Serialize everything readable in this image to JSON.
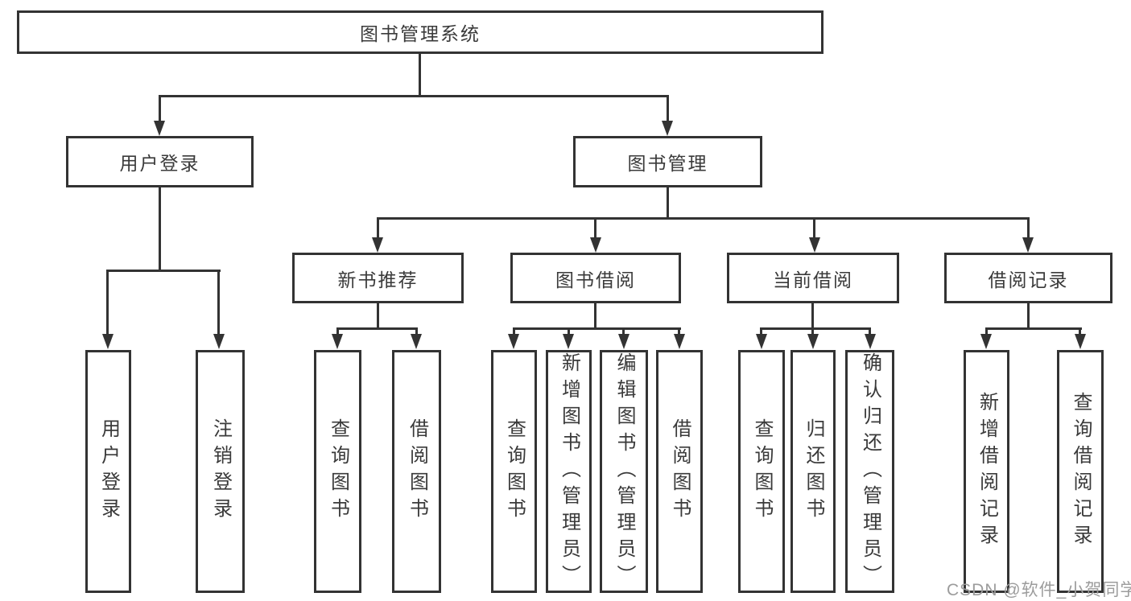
{
  "title": "图书管理系统",
  "branches": [
    {
      "label": "用户登录",
      "children": [
        "用户登录",
        "注销登录"
      ]
    },
    {
      "label": "图书管理",
      "groups": [
        {
          "label": "新书推荐",
          "children": [
            "查询图书",
            "借阅图书"
          ]
        },
        {
          "label": "图书借阅",
          "children": [
            "查询图书",
            "新增图书（管理员）",
            "编辑图书（管理员）",
            "借阅图书"
          ]
        },
        {
          "label": "当前借阅",
          "children": [
            "查询图书",
            "归还图书",
            "确认归还（管理员）"
          ]
        },
        {
          "label": "借阅记录",
          "children": [
            "新增借阅记录",
            "查询借阅记录"
          ]
        }
      ]
    }
  ],
  "watermark": "CSDN @软件_小贺同学",
  "colors": {
    "line": "#333333",
    "text": "#3a3a3a",
    "box_bg": "#ffffff",
    "watermark": "#9c9c9c"
  }
}
